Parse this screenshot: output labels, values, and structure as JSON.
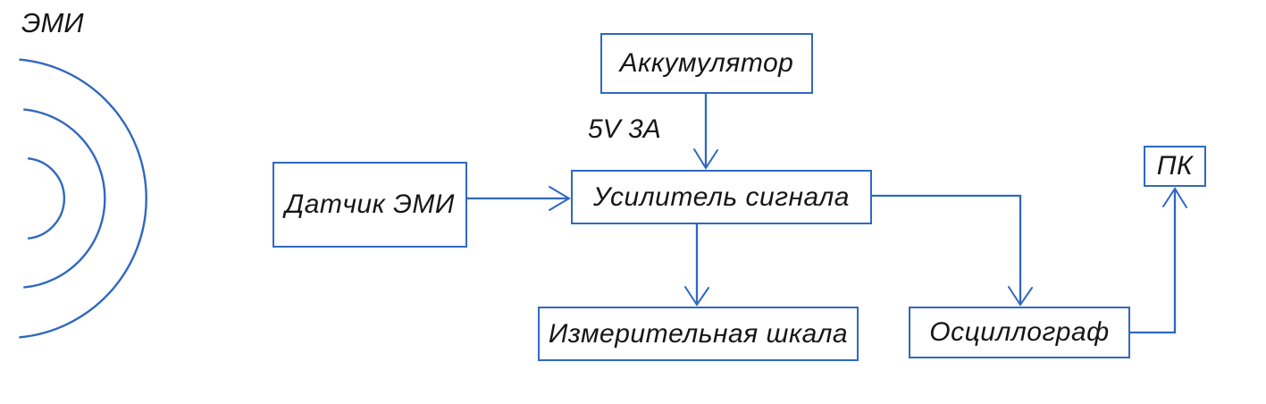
{
  "diagram": {
    "source_label": "ЭМИ",
    "power_label": "5V 3A",
    "nodes": {
      "accumulator": {
        "label": "Аккумулятор"
      },
      "sensor": {
        "label": "Датчик ЭМИ"
      },
      "amplifier": {
        "label": "Усилитель сигнала"
      },
      "scale": {
        "label": "Измерительная шкала"
      },
      "oscilloscope": {
        "label": "Осциллограф"
      },
      "pc": {
        "label": "ПК"
      }
    },
    "edges": [
      {
        "from": "accumulator",
        "to": "amplifier"
      },
      {
        "from": "sensor",
        "to": "amplifier"
      },
      {
        "from": "amplifier",
        "to": "scale"
      },
      {
        "from": "amplifier",
        "to": "oscilloscope"
      },
      {
        "from": "oscilloscope",
        "to": "pc"
      }
    ],
    "colors": {
      "line": "#3068c0",
      "text": "#161616",
      "background": "#ffffff"
    }
  }
}
